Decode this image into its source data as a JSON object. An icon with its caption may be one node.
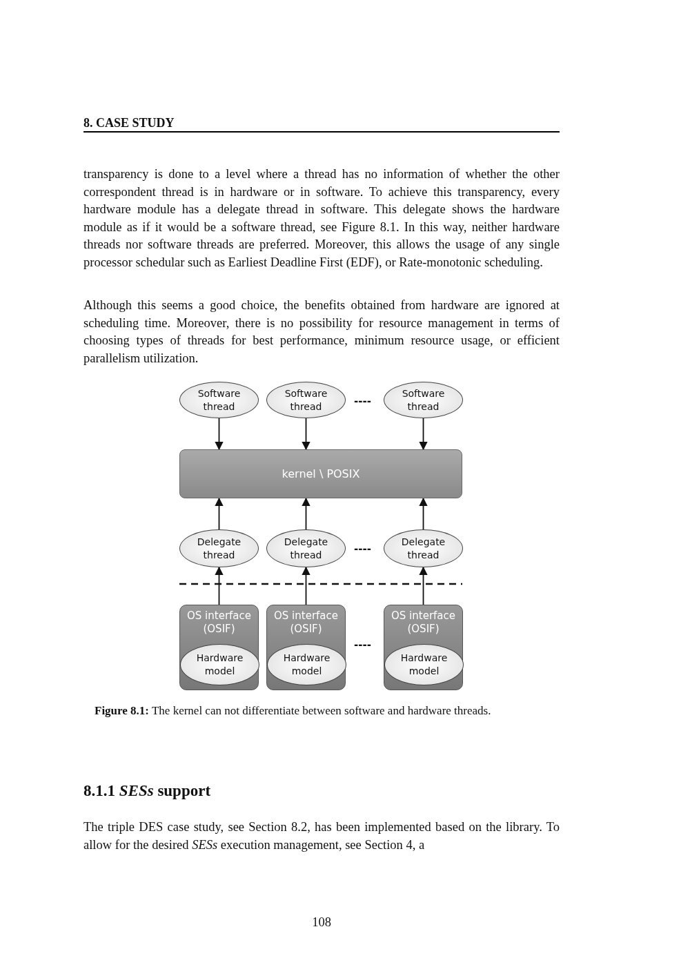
{
  "diagram": {
    "caption": "**Figure 8.1:** The kernel can not differentiate between software and hardware threads.",
    "nodes": [
      {
        "text": [
          "Software thread"
        ]
      },
      {
        "text": [
          "Software thread"
        ]
      },
      {
        "text": [
          "Software thread"
        ]
      },
      {
        "text": [
          "kernel \\ POSIX"
        ]
      },
      {
        "text": [
          "Delegate thread"
        ]
      },
      {
        "text": [
          "Delegate thread"
        ]
      },
      {
        "text": [
          "Delegate thread"
        ]
      },
      {
        "text": [
          "OS interface (OSIF)"
        ]
      },
      {
        "text": [
          "Hardware model"
        ],
        "in": 7
      },
      {
        "text": [
          "OS interface (OSIF)"
        ]
      },
      {
        "text": [
          "Hardware model"
        ],
        "in": 9
      },
      {
        "text": [
          "OS interface (OSIF)"
        ]
      },
      {
        "text": [
          "Hardware model"
        ],
        "in": 11
      }
    ],
    "edges": [
      {
        "from": 0,
        "to": 3,
        "arrow": "to"
      },
      {
        "from": 1,
        "to": 3,
        "arrow": "to"
      },
      {
        "from": 2,
        "to": 3,
        "arrow": "to"
      },
      {
        "from": 4,
        "to": 3,
        "arrow": "to"
      },
      {
        "from": 5,
        "to": 3,
        "arrow": "to"
      },
      {
        "from": 6,
        "to": 3,
        "arrow": "to"
      },
      {
        "from": 7,
        "to": 4,
        "arrow": "to"
      },
      {
        "from": 9,
        "to": 5,
        "arrow": "to"
      },
      {
        "from": 11,
        "to": 6,
        "arrow": "to"
      }
    ],
    "labels": [
      "8. CASE STUDY",
      "transparency is done to a level where a thread has no information of whether the other correspondent thread is in hardware or in software. To achieve this transparency, every hardware module has a delegate thread in software. This delegate shows the hardware module as if it would be a software thread, see Figure 8.1. In this way, neither hardware threads nor software threads are preferred. Moreover, this allows the usage of any single processor schedular such as Earliest Deadline First (EDF), or Rate-monotonic scheduling.",
      "Although this seems a good choice, the benefits obtained from hardware are ignored at scheduling time. Moreover, there is no possibility for resource management in terms of choosing types of threads for best performance, minimum resource usage, or efficient parallelism utilization.",
      "----",
      "----",
      "----",
      "8.1.1 *SESs* support",
      "The triple DES case study, see Section 8.2, has been implemented based on the library. To allow for the desired *SESs* execution management, see Section 4, a",
      "108"
    ]
  }
}
